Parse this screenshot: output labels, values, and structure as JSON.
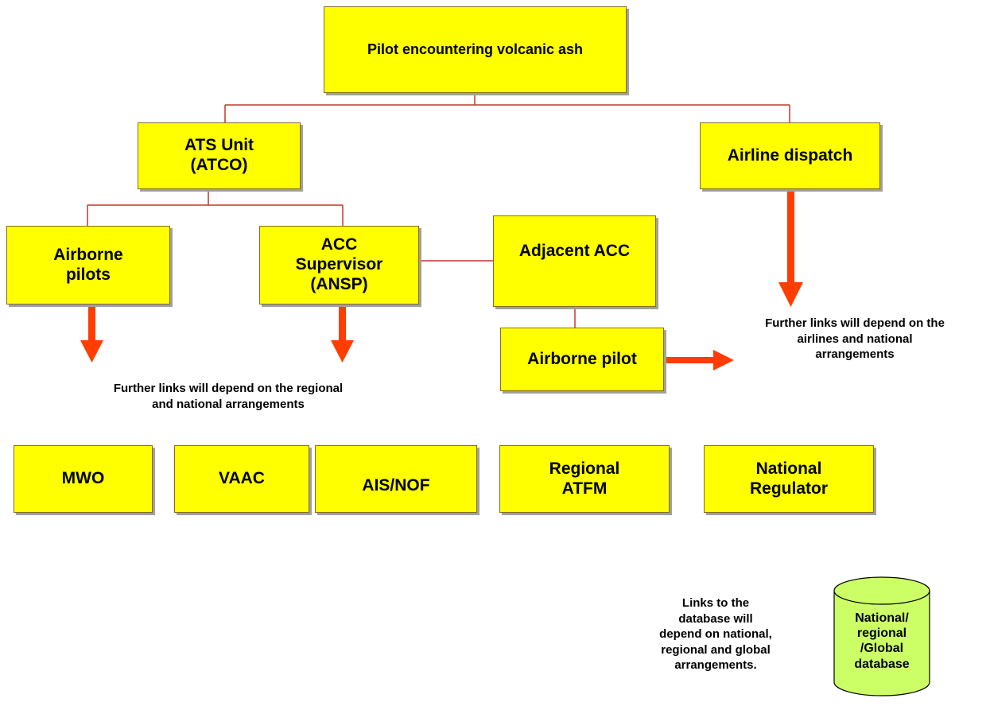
{
  "nodes": {
    "pilot_encountering": "Pilot encountering volcanic ash",
    "ats_unit": "ATS Unit\n(ATCO)",
    "airline_dispatch": "Airline dispatch",
    "airborne_pilots": "Airborne\npilots",
    "acc_supervisor": "ACC\nSupervisor\n(ANSP)",
    "adjacent_acc": "Adjacent ACC",
    "airborne_pilot": "Airborne pilot",
    "mwo": "MWO",
    "vaac": "VAAC",
    "ais_nof": "AIS/NOF",
    "regional_atfm": "Regional\nATFM",
    "national_regulator": "National\nRegulator",
    "database": "National/\nregional\n/Global\ndatabase"
  },
  "notes": {
    "airlines_links": "Further links will depend on the\nairlines and national\narrangements",
    "regional_links": "Further links will depend on the regional\nand national arrangements",
    "database_links": "Links to the\ndatabase will\ndepend on national,\nregional and global\narrangements."
  },
  "colors": {
    "box_fill": "#ffff00",
    "connector": "#c0392b",
    "arrow": "#ff3d00",
    "database_fill": "#ccff66"
  }
}
